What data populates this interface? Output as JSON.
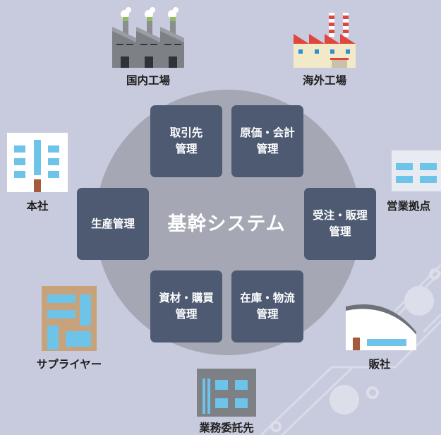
{
  "center_title": "基幹システム",
  "modules": {
    "torihikisaki": [
      "取引先",
      "管理"
    ],
    "genka": [
      "原価・会計",
      "管理"
    ],
    "seisan": [
      "生産管理"
    ],
    "juchu": [
      "受注・販理",
      "管理"
    ],
    "shizai": [
      "資材・購買",
      "管理"
    ],
    "zaiko": [
      "在庫・物流",
      "管理"
    ]
  },
  "sites": {
    "domestic_factory": "国内工場",
    "overseas_factory": "海外工場",
    "head_office": "本社",
    "sales_base": "営業拠点",
    "supplier": "サプライヤー",
    "sales_company": "販社",
    "contractor": "業務委託先"
  },
  "colors": {
    "background": "#c8cbdd",
    "circle": "#a5a8b4",
    "module_box": "#4d5a72",
    "module_text": "#ffffff",
    "site_label": "#1e1e1e",
    "building_blue": "#6ec3e8",
    "factory_gray": "#7d8186",
    "factory_red": "#e0463e"
  },
  "icons": [
    "factory-icon",
    "overseas-factory-icon",
    "office-building-icon",
    "sales-office-icon",
    "supplier-building-icon",
    "warehouse-icon",
    "contractor-building-icon"
  ]
}
